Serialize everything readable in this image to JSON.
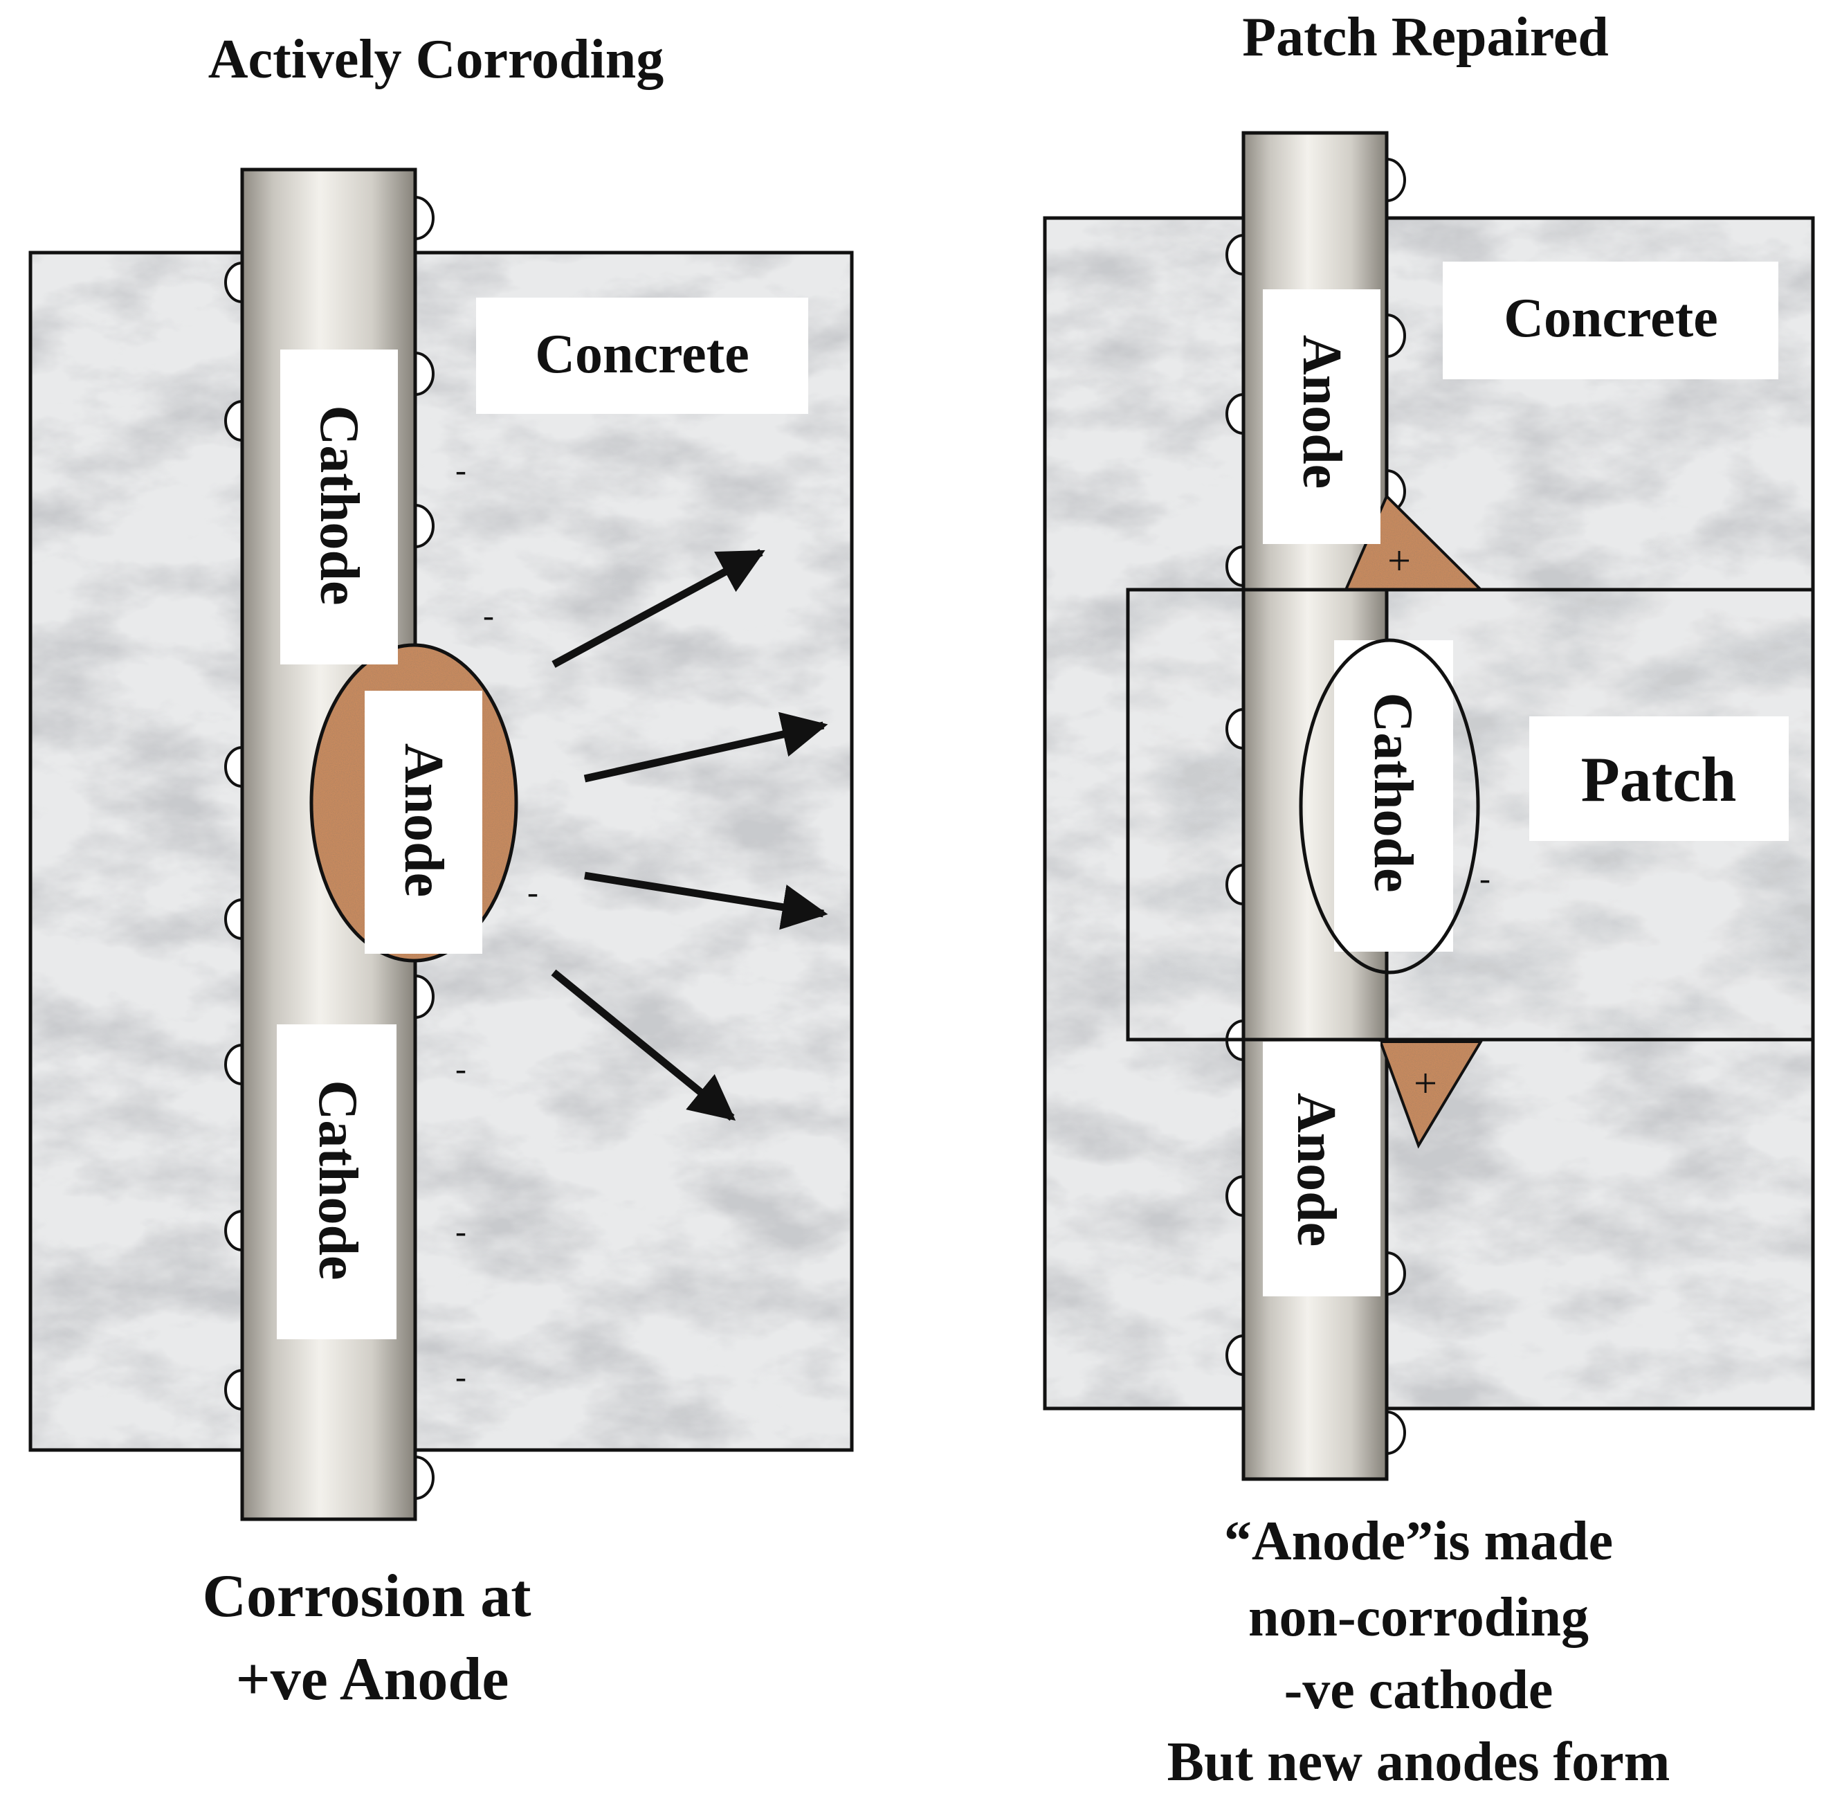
{
  "left_panel": {
    "title": "Actively Corroding",
    "concrete_label": "Concrete",
    "upper_cathode_label": "Cathode",
    "anode_label": "Anode",
    "lower_cathode_label": "Cathode",
    "caption_line1": "Corrosion at",
    "caption_line2": "+ve Anode"
  },
  "right_panel": {
    "title": "Patch Repaired",
    "concrete_label": "Concrete",
    "patch_label": "Patch",
    "upper_anode_label": "Anode",
    "cathode_label": "Cathode",
    "lower_anode_label": "Anode",
    "caption_line1": "“Anode”is made",
    "caption_line2": "non-corroding",
    "caption_line3": "-ve cathode",
    "caption_line4": "But new anodes form"
  },
  "symbols": {
    "minus": "-",
    "plus": "+"
  },
  "colors": {
    "concrete_base": "#e9eaeb",
    "rust": "#c98a5e",
    "rebar_light": "#f1efea",
    "rebar_dark": "#96928a",
    "outline": "#111111"
  }
}
